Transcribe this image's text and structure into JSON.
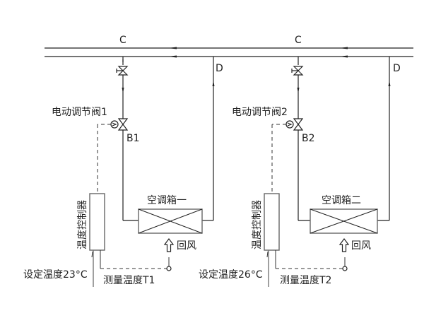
{
  "supply_node_label": "C",
  "return_node_label": "D",
  "units": [
    {
      "valve_label": "电动调节阀1",
      "valve_point": "B1",
      "ahu_label": "空调箱一",
      "return_air_label": "回风",
      "controller_label": "温度控制器",
      "setpoint_label": "设定温度23°C",
      "measured_label": "测量温度T1"
    },
    {
      "valve_label": "电动调节阀2",
      "valve_point": "B2",
      "ahu_label": "空调箱二",
      "return_air_label": "回风",
      "controller_label": "温度控制器",
      "setpoint_label": "设定温度26°C",
      "measured_label": "测量温度T2"
    }
  ]
}
